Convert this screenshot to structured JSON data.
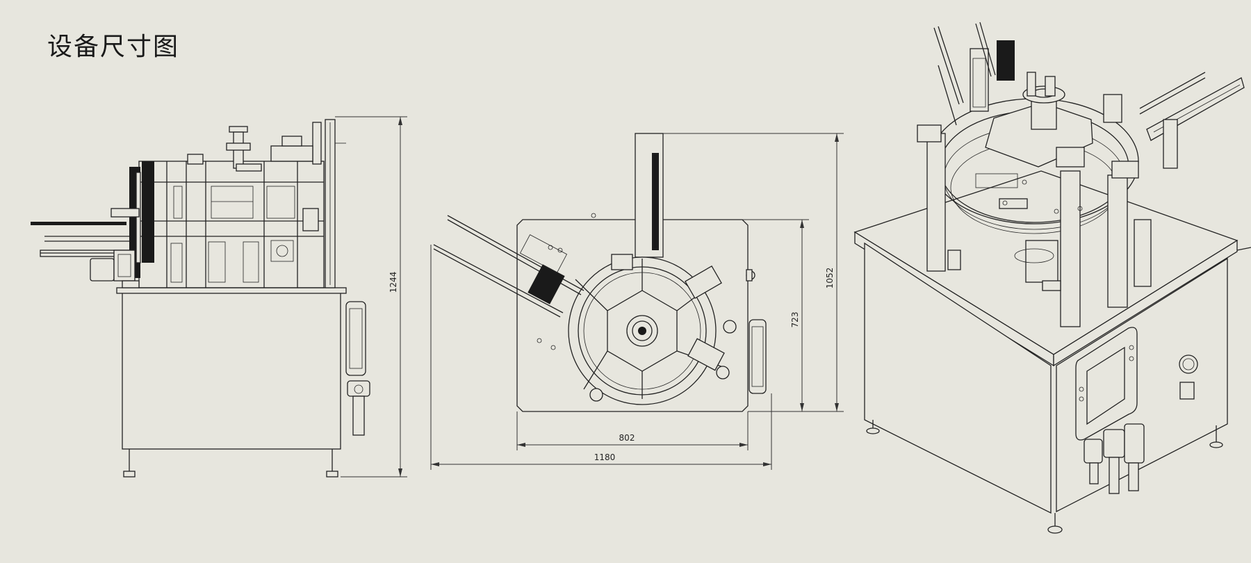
{
  "title": "设备尺寸图",
  "dimensions": {
    "side_height": "1244",
    "top_depth_total": "1052",
    "top_depth_table": "723",
    "top_width_table": "802",
    "top_width_total": "1180"
  },
  "colors": {
    "background": "#e7e6de",
    "line": "#222222"
  }
}
